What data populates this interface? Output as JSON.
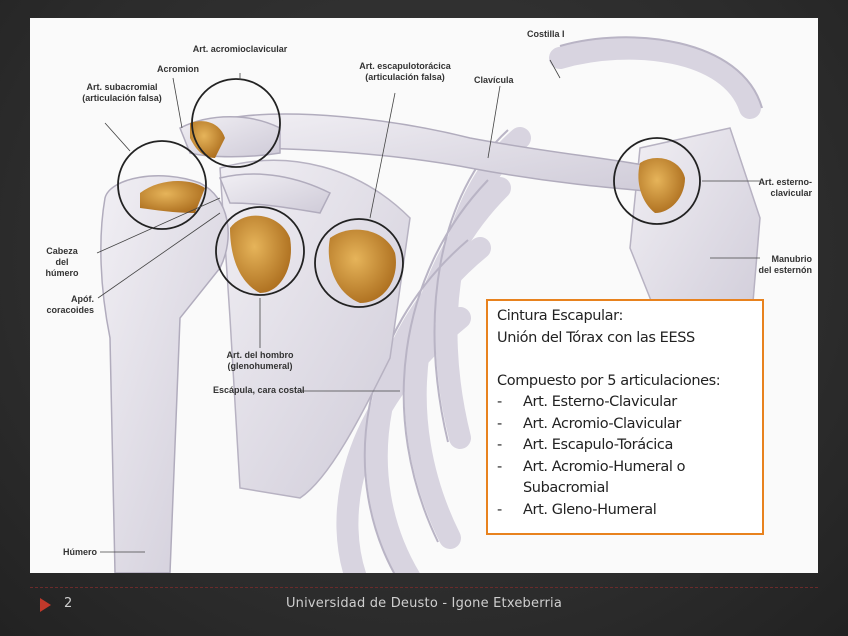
{
  "figure": {
    "labels": {
      "costilla": "Costilla I",
      "acromioclavicular": "Art. acromioclavicular",
      "acromion": "Acromion",
      "escapulotoracica_1": "Art. escapulotorácica",
      "escapulotoracica_2": "(articulación falsa)",
      "clavicula": "Clavícula",
      "subacromial_1": "Art. subacromial",
      "subacromial_2": "(articulación falsa)",
      "esterno_1": "Art. esterno-",
      "esterno_2": "clavicular",
      "cabeza_1": "Cabeza",
      "cabeza_2": "del",
      "cabeza_3": "húmero",
      "manubrio_1": "Manubrio",
      "manubrio_2": "del esternón",
      "apof_1": "Apóf.",
      "apof_2": "coracoides",
      "hombro_1": "Art. del hombro",
      "hombro_2": "(glenohumeral)",
      "escapula": "Escápula, cara costal",
      "humero": "Húmero"
    },
    "colors": {
      "bone": "#e4e1ea",
      "cartilage": "#c98a2e",
      "circle": "#222222"
    }
  },
  "textbox": {
    "title_1": "Cintura Escapular:",
    "title_2": "Unión del Tórax con las EESS",
    "intro": "Compuesto por 5 articulaciones:",
    "items": [
      "Art. Esterno-Clavicular",
      "Art. Acromio-Clavicular",
      "Art. Escapulo-Torácica",
      "Art. Acromio-Humeral o Subacromial",
      "Art. Gleno-Humeral"
    ],
    "dash": "-"
  },
  "footer": {
    "page": "2",
    "text": "Universidad de Deusto - Igone Etxeberria"
  },
  "theme": {
    "accent": "#e8821e",
    "arrow": "#c0392b"
  }
}
